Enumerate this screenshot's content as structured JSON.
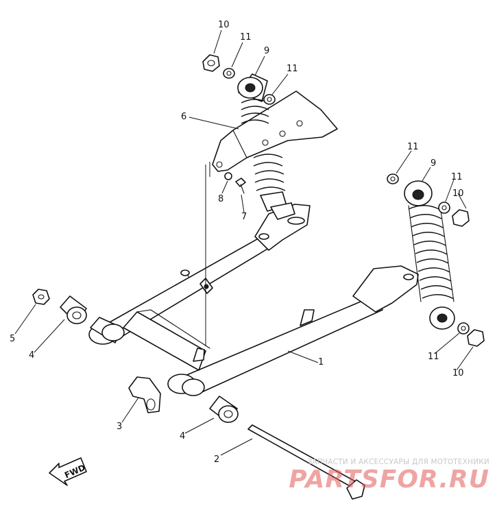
{
  "callouts": [
    {
      "label": "10",
      "part": "nut-top-left"
    },
    {
      "label": "11",
      "part": "washer-top-left"
    },
    {
      "label": "9",
      "part": "shock-absorber-left"
    },
    {
      "label": "11",
      "part": "washer-left-inner"
    },
    {
      "label": "6",
      "part": "bracket"
    },
    {
      "label": "8",
      "part": "washer-small"
    },
    {
      "label": "7",
      "part": "bolt-small"
    },
    {
      "label": "11",
      "part": "washer-right-top"
    },
    {
      "label": "9",
      "part": "shock-absorber-right"
    },
    {
      "label": "11",
      "part": "washer-right-mid"
    },
    {
      "label": "10",
      "part": "nut-right-top"
    },
    {
      "label": "1",
      "part": "swing-arm"
    },
    {
      "label": "11",
      "part": "washer-right-bottom"
    },
    {
      "label": "10",
      "part": "nut-right-bottom"
    },
    {
      "label": "5",
      "part": "nut-pivot"
    },
    {
      "label": "4",
      "part": "bushing-left"
    },
    {
      "label": "3",
      "part": "chain-guide"
    },
    {
      "label": "4",
      "part": "bushing-right"
    },
    {
      "label": "2",
      "part": "pivot-shaft"
    }
  ],
  "direction_label": "FWD",
  "watermark": {
    "caption": "ЗАПЧАСТИ И АКСЕССУАРЫ ДЛЯ МОТОТЕХНИКИ",
    "brand": "PARTSFOR.RU"
  },
  "colors": {
    "ink": "#111111",
    "watermark_brand": "#e35b5b",
    "watermark_caption": "#c8c8c8"
  }
}
